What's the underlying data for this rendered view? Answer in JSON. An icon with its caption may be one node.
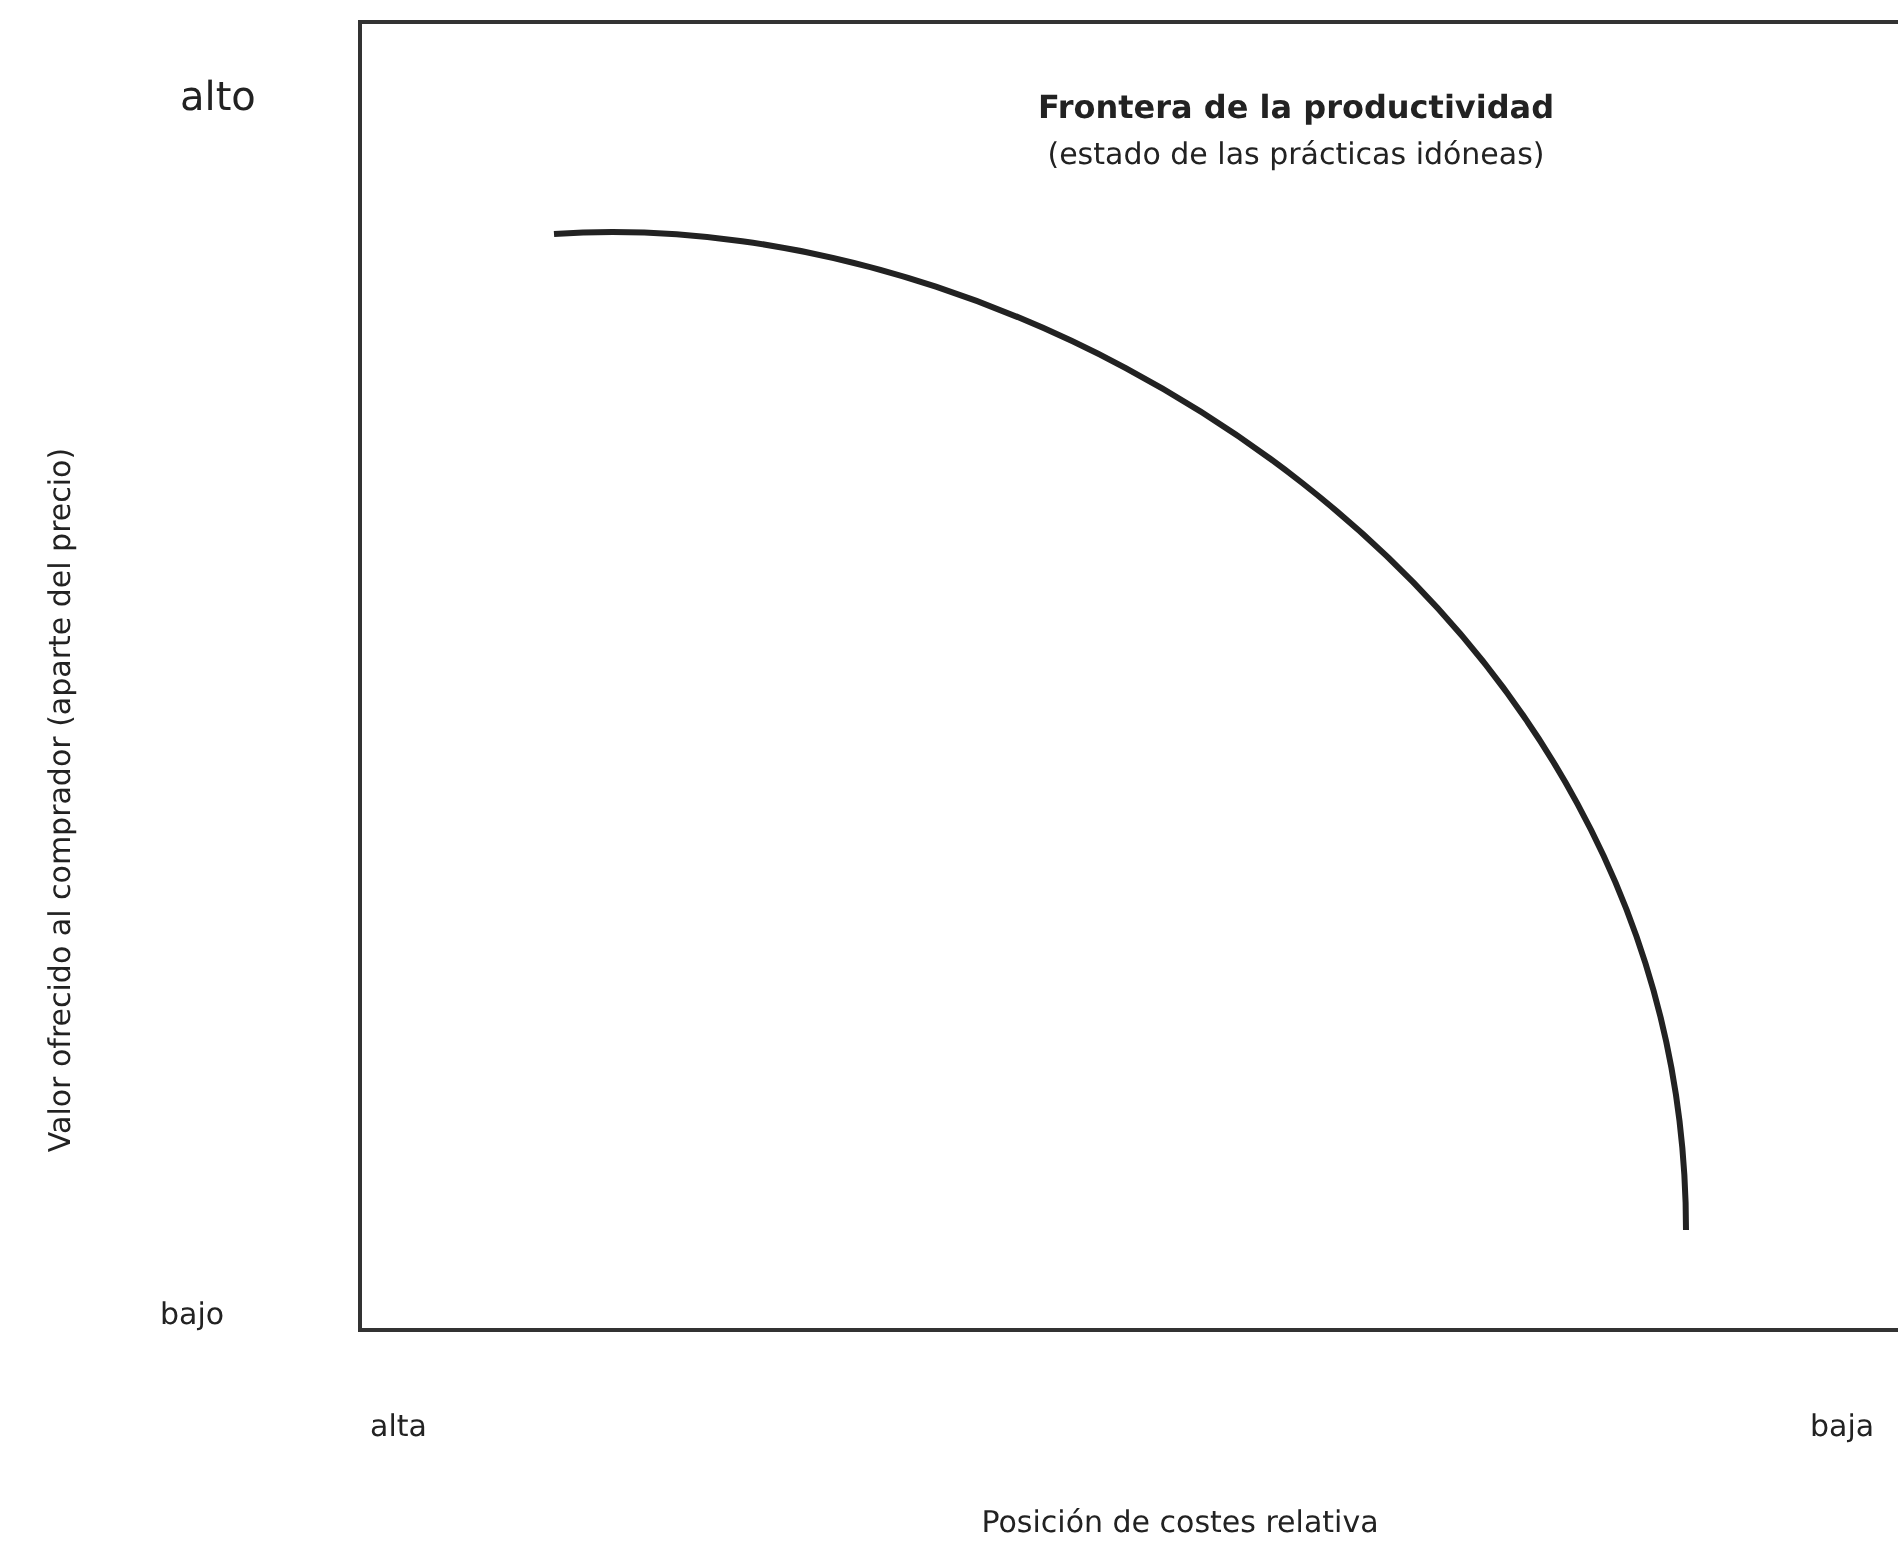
{
  "diagram": {
    "labels": [
      "alto",
      "Frontera de la productividad",
      "(estado de las prácticas idóneas)",
      "Valor ofrecido al comprador (aparte del precio)",
      "bajo",
      "alta",
      "baja",
      "Posición de costes relativa"
    ]
  }
}
